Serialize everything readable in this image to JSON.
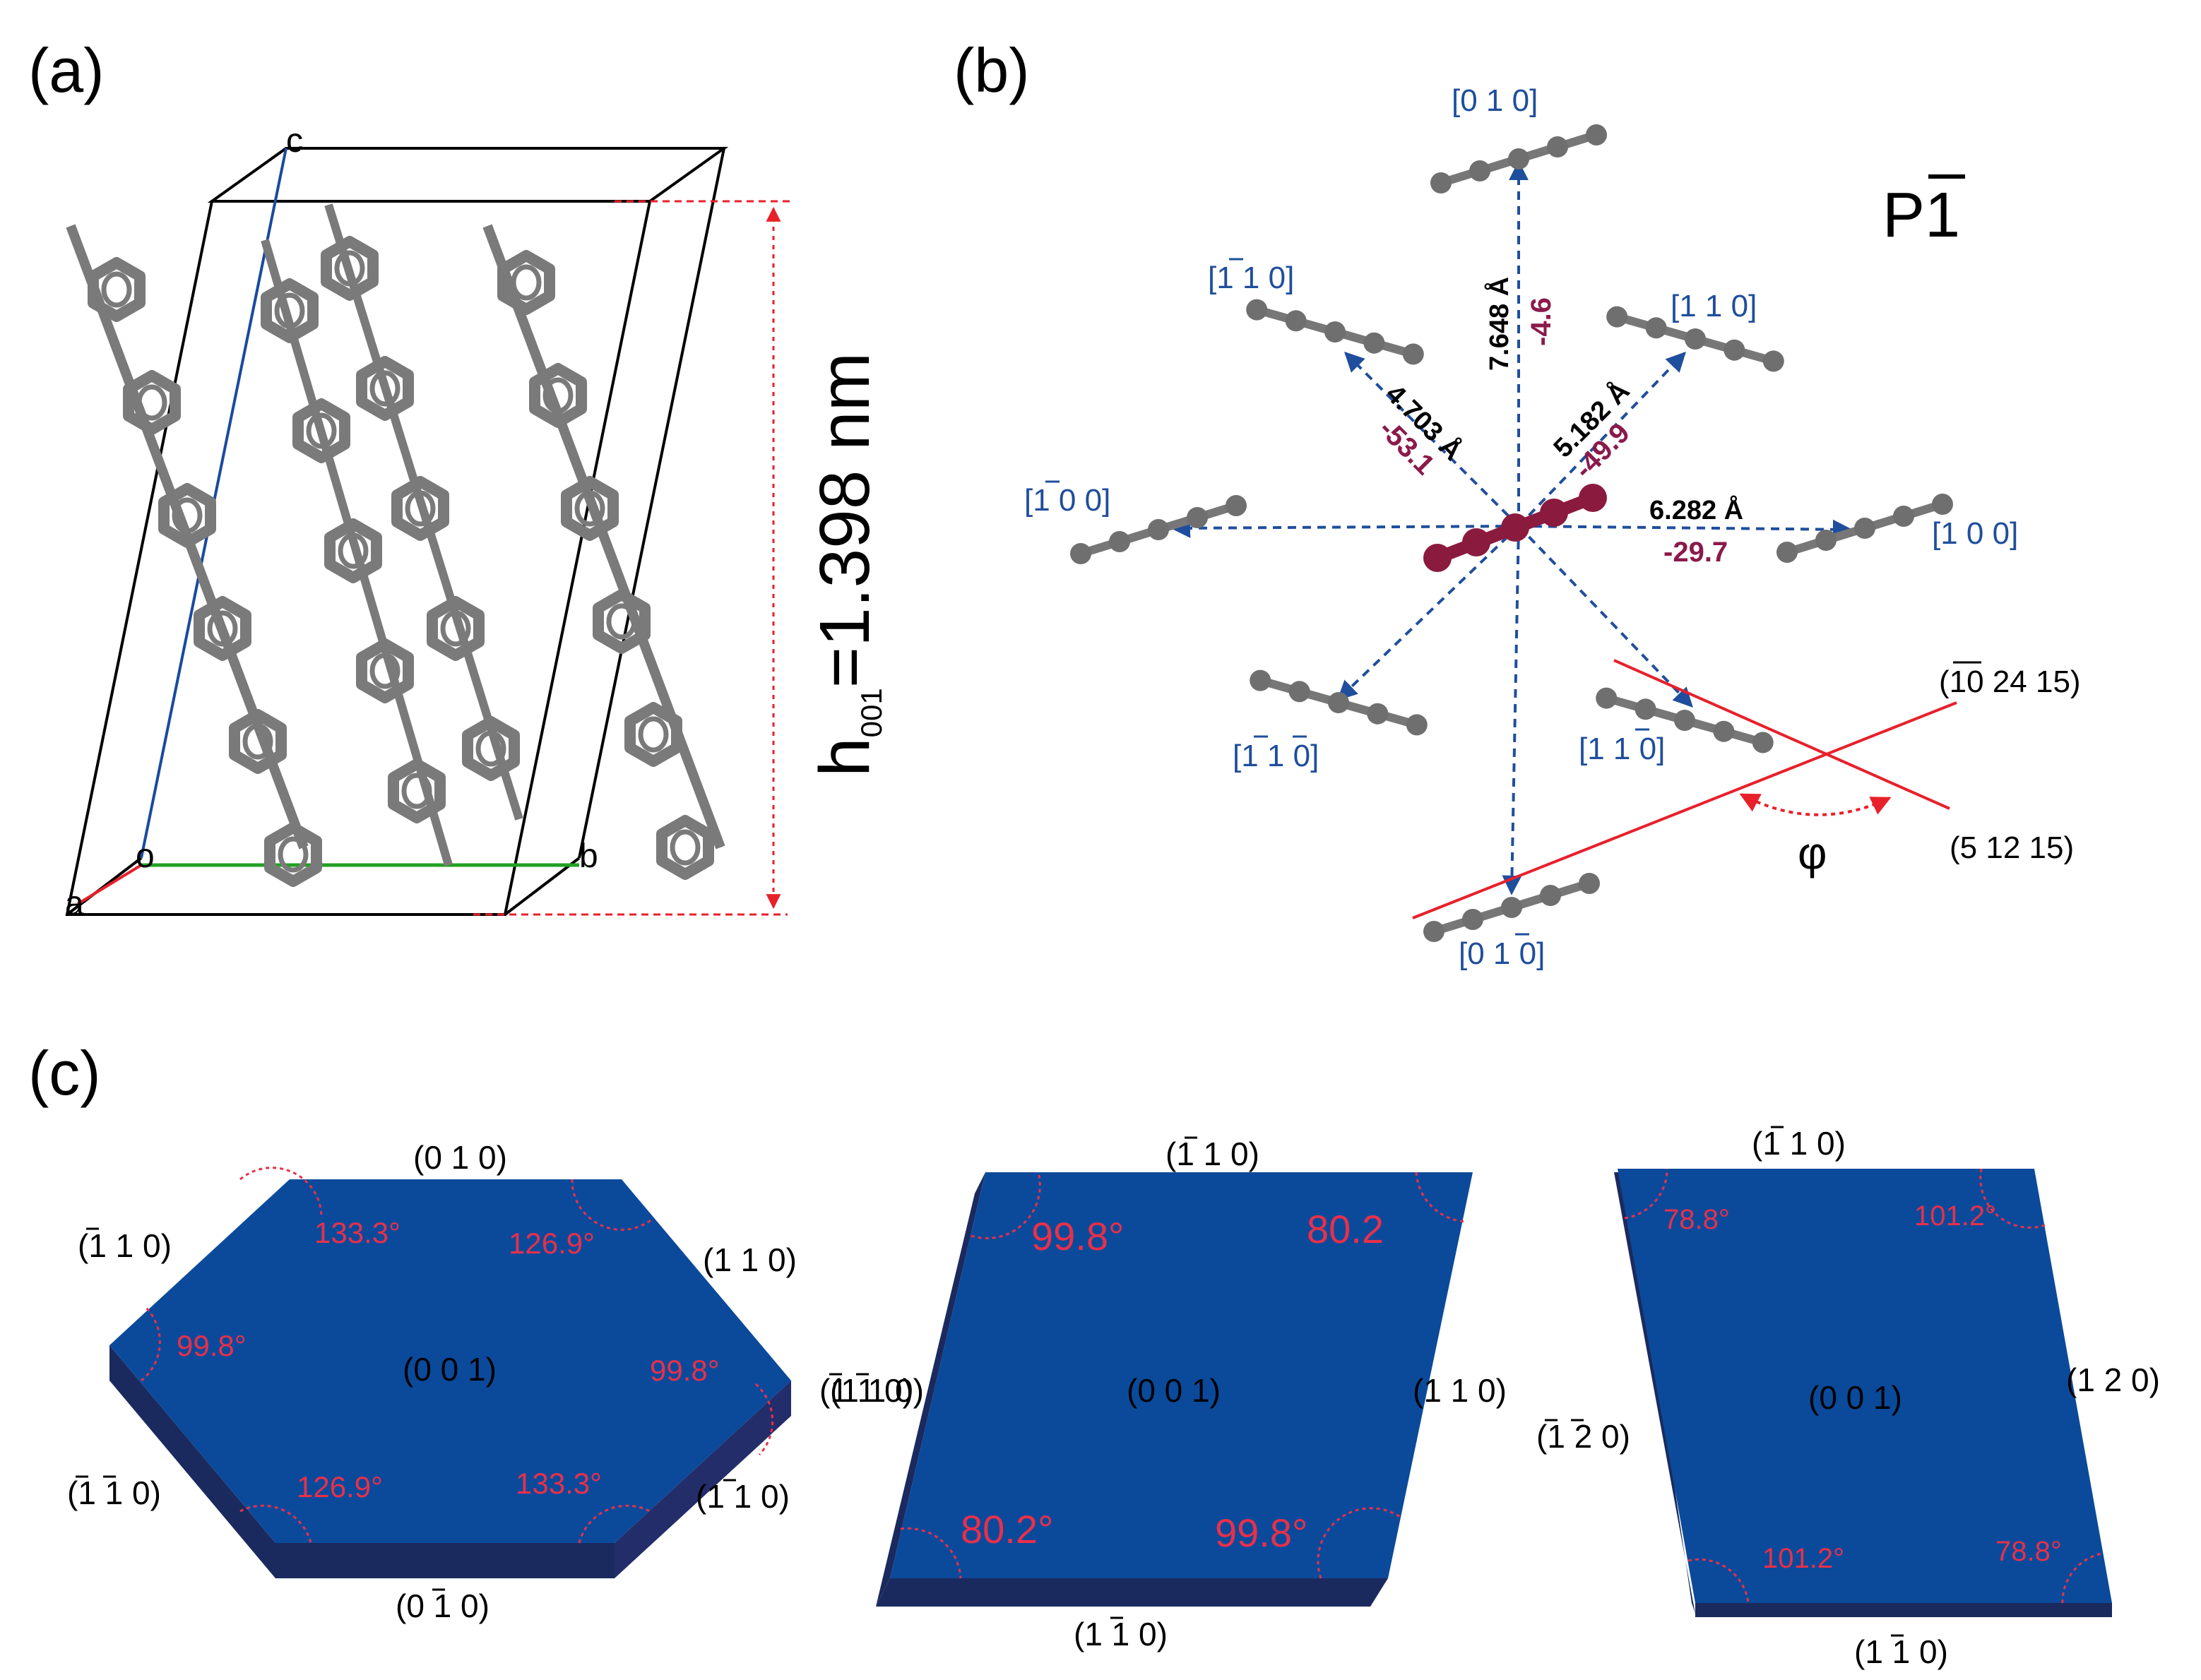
{
  "panels": {
    "a": {
      "label": "(a)",
      "axes": {
        "c": "c",
        "o": "o",
        "b": "b",
        "a": "a"
      },
      "height": {
        "main": "h",
        "sub": "001",
        "value": "=1.398 nm"
      }
    },
    "b": {
      "label": "(b)",
      "spacegroup": {
        "letter": "P",
        "digit": "1"
      },
      "directions": {
        "d010": "[0 1 0]",
        "dm110": "[1 1 0]",
        "d110": "[1 1 0]",
        "dm100": "[1 0 0]",
        "d100": "[1 0 0]",
        "dm1m10": "[1 1 0]",
        "d1m10": "[1 1 0]",
        "d0m10": "[0 1 0]"
      },
      "distances": {
        "d010": "7.648 Å",
        "dm110": "4.703 Å",
        "d110": "5.182 Å",
        "d100": "6.282 Å"
      },
      "angles": {
        "d010": "-4.6",
        "dm110": "-53.1",
        "d110": "-49.9",
        "d100": "-29.7"
      },
      "planes": {
        "p1": "(10 24 15)",
        "p2": "(5 12 15)"
      },
      "phi": "φ"
    },
    "c": {
      "label": "(c)",
      "hexagon": {
        "top": "(0 1 0)",
        "top_left": "(1 1 0)",
        "top_right": "(1 1 0)",
        "right": "(1 1 0)",
        "center": "(0 0 1)",
        "bottom_left": "(1 1 0)",
        "bottom_right": "(1 1 0)",
        "bottom": "(0 1 0)",
        "angles": {
          "tl": "133.3°",
          "tr": "126.9°",
          "l": "99.8°",
          "r": "99.8°",
          "bl": "126.9°",
          "br": "133.3°"
        }
      },
      "parallelogram1": {
        "top": "(1 1 0)",
        "right": "(1 1 0)",
        "center": "(0 0 1)",
        "bottom": "(1 1 0)",
        "angles": {
          "tl": "99.8°",
          "tr": "80.2",
          "bl": "80.2°",
          "br": "99.8°"
        }
      },
      "parallelogram2": {
        "top": "(1 1 0)",
        "left": "(1 2 0)",
        "right": "(1 2 0)",
        "center": "(0 0 1)",
        "bottom": "(1 1 0)",
        "angles": {
          "tl": "78.8°",
          "tr": "101.2°",
          "bl": "101.2°",
          "br": "78.8°"
        }
      }
    }
  },
  "colors": {
    "direction_blue": "#1f4e9c",
    "angle_maroon": "#8a1a4a",
    "crystal_top": "#0b4a9b",
    "crystal_side": "#1b2a5e",
    "corner_red": "#e8304a",
    "plane_red": "#e8202a",
    "molecule_gray": "#808080",
    "center_molecule": "#8b1a3f"
  }
}
